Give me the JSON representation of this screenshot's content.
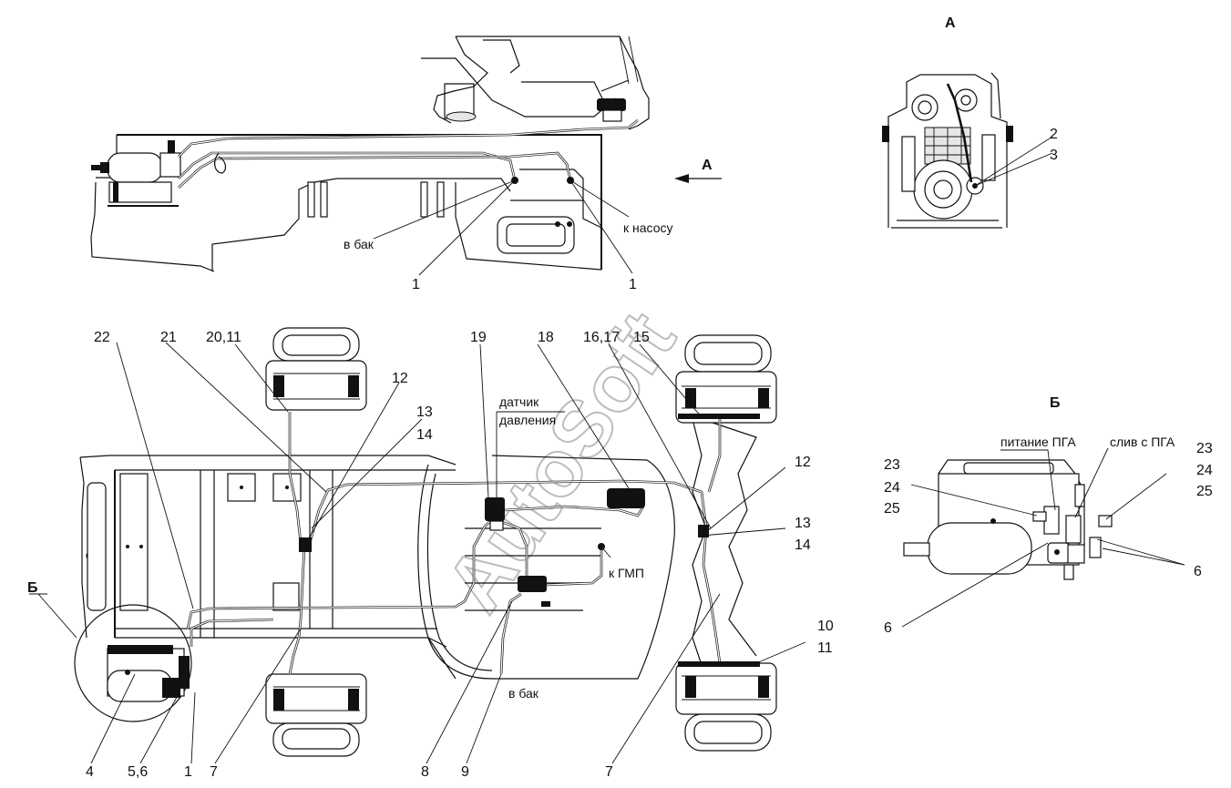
{
  "views": {
    "view_a_letter": "А",
    "view_b_letter": "Б"
  },
  "annotations": {
    "top_to_tank": "в бак",
    "top_to_pump": "к насосу",
    "top_view_arrow": "А",
    "pressure_sensor_l1": "датчик",
    "pressure_sensor_l2": "давления",
    "to_gmp": "к ГМП",
    "bottom_to_tank": "в бак",
    "b_callout": "Б",
    "pga_supply": "питание ПГА",
    "pga_drain": "слив с ПГА"
  },
  "callouts": {
    "top_1_left": "1",
    "top_1_right": "1",
    "a_2": "2",
    "a_3": "3",
    "c22": "22",
    "c21": "21",
    "c20_11": "20,11",
    "c12_left": "12",
    "c13_left": "13",
    "c14_left": "14",
    "c19": "19",
    "c18": "18",
    "c16_17": "16,17",
    "c15": "15",
    "c12_right": "12",
    "c13_right": "13",
    "c14_right": "14",
    "c10": "10",
    "c11_right": "11",
    "b4": "4",
    "b5_6": "5,6",
    "b1": "1",
    "b7_left": "7",
    "b8": "8",
    "b9": "9",
    "b7_right": "7",
    "vb_23_left": "23",
    "vb_24_left": "24",
    "vb_25_left": "25",
    "vb_6_left": "6",
    "vb_23_right": "23",
    "vb_24_right": "24",
    "vb_25_right": "25",
    "vb_6_right": "6"
  },
  "watermark": "AutoSoft"
}
